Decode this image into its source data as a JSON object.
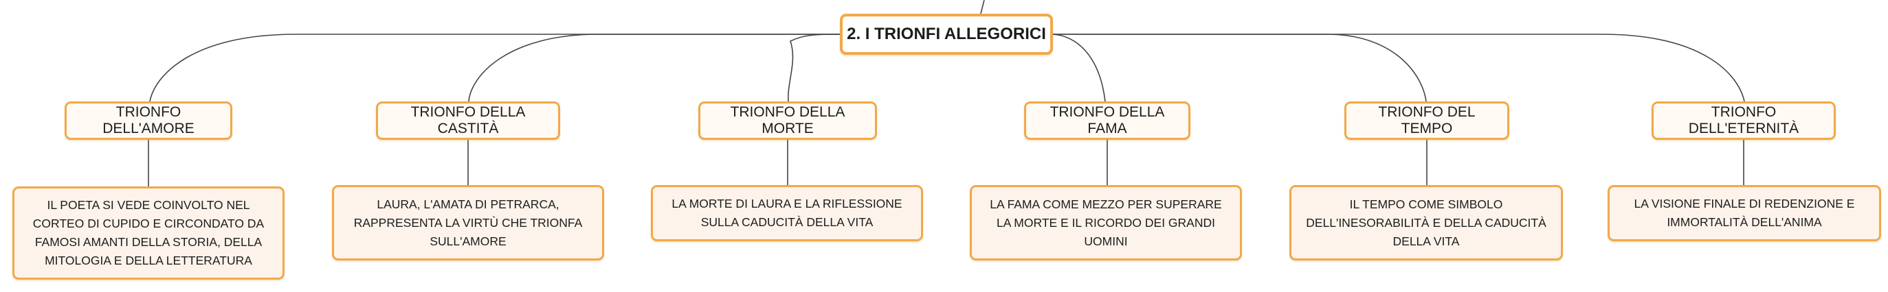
{
  "colors": {
    "border": "#f2a848",
    "topic_fill": "#fffaf4",
    "leaf_fill": "#fdf3ea",
    "connector": "#444444"
  },
  "root": {
    "label": "2. I TRIONFI ALLEGORICI"
  },
  "branches": [
    {
      "label": "TRIONFO DELL'AMORE",
      "detail": "IL POETA SI VEDE COINVOLTO NEL CORTEO DI CUPIDO E CIRCONDATO DA FAMOSI AMANTI DELLA STORIA, DELLA MITOLOGIA E DELLA LETTERATURA"
    },
    {
      "label": "TRIONFO DELLA CASTITÀ",
      "detail": "LAURA, L'AMATA DI PETRARCA, RAPPRESENTA LA VIRTÙ CHE TRIONFA SULL'AMORE"
    },
    {
      "label": "TRIONFO DELLA MORTE",
      "detail": "LA MORTE DI LAURA E LA RIFLESSIONE SULLA CADUCITÀ DELLA VITA"
    },
    {
      "label": "TRIONFO DELLA FAMA",
      "detail": "LA FAMA COME MEZZO PER SUPERARE LA MORTE E IL RICORDO DEI GRANDI UOMINI"
    },
    {
      "label": "TRIONFO DEL TEMPO",
      "detail": "IL TEMPO COME SIMBOLO DELL'INESORABILITÀ E DELLA CADUCITÀ DELLA VITA"
    },
    {
      "label": "TRIONFO DELL'ETERNITÀ",
      "detail": "LA VISIONE FINALE DI REDENZIONE E IMMORTALITÀ DELL'ANIMA"
    }
  ]
}
